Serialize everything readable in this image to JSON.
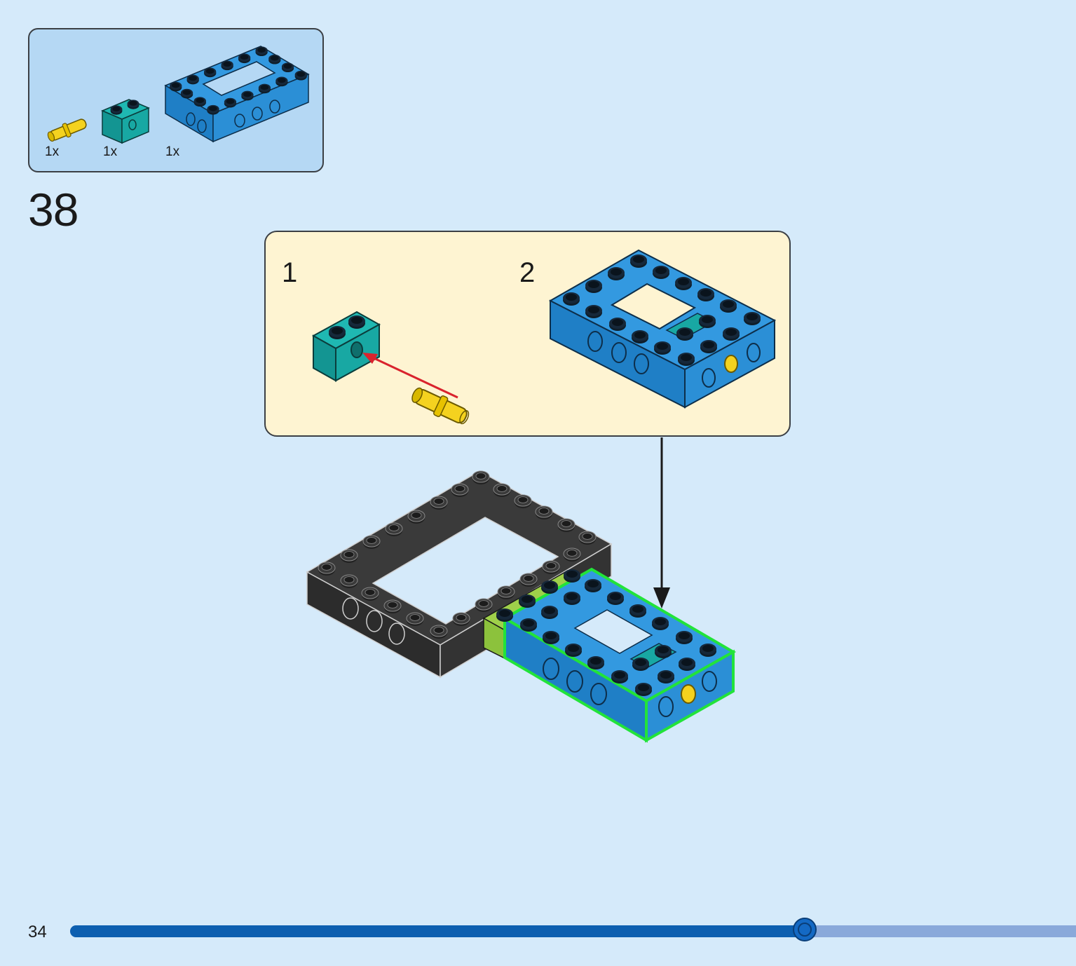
{
  "parts": [
    {
      "name": "yellow-pin",
      "qty": "1x",
      "color": "#f4d21f"
    },
    {
      "name": "teal-beam-1x1",
      "qty": "1x",
      "color": "#16a39f"
    },
    {
      "name": "blue-frame-4x6",
      "qty": "1x",
      "color": "#2b8fd6"
    }
  ],
  "step_number": "38",
  "substeps": [
    {
      "number": "1"
    },
    {
      "number": "2"
    }
  ],
  "colors": {
    "background": "#d5eafa",
    "parts_box": "#b5d8f4",
    "substep_panel": "#fef4d2",
    "frame_blue": "#2b8fd6",
    "frame_black": "#333333",
    "highlight_green": "#22e33a",
    "arrow_red": "#d9232d",
    "progress_fill": "#0d5fb0",
    "progress_track": "#8aa9da"
  },
  "page": {
    "number": "34",
    "progress": 0.73
  }
}
